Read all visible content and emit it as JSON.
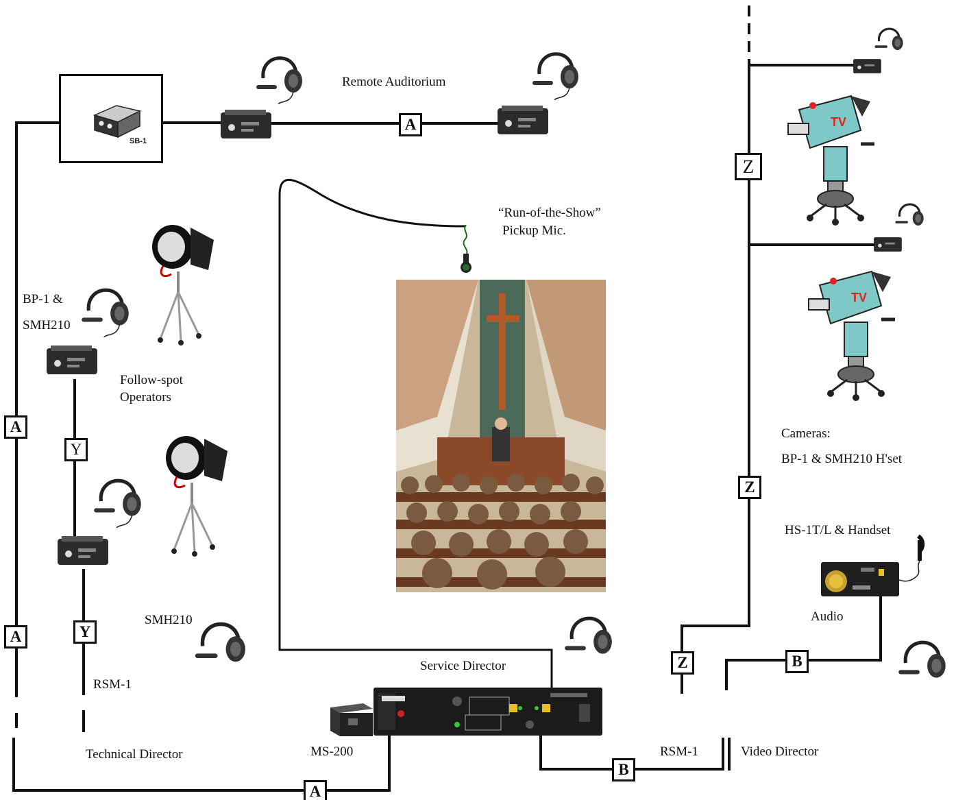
{
  "labels": {
    "remote_auditorium": "Remote Auditorium",
    "run_of_show_1": "“Run-of-the-Show”",
    "run_of_show_2": "Pickup Mic.",
    "bp1_1": "BP-1 &",
    "bp1_2": "SMH210",
    "follow_1": "Follow-spot",
    "follow_2": "Operators",
    "cameras_1": "Cameras:",
    "cameras_2": "BP-1 & SMH210 H'set",
    "hs1tl": "HS-1T/L & Handset",
    "audio": "Audio",
    "smh210": "SMH210",
    "rsm1_left": "RSM-1",
    "service_director": "Service Director",
    "technical_director": "Technical Director",
    "ms200": "MS-200",
    "rsm1_right": "RSM-1",
    "video_director": "Video Director",
    "sb1": "SB-1"
  },
  "channels": {
    "a1": "A",
    "a2": "A",
    "a3": "A",
    "a4": "A",
    "y1": "Y",
    "y2": "Y",
    "z1": "Z",
    "z2": "Z",
    "z3": "Z",
    "b1": "B",
    "b2": "B"
  },
  "icons": {
    "headset": "headset-icon",
    "beltpack": "beltpack-icon",
    "switchbox": "switch-box-icon",
    "spotlight": "follow-spot-icon",
    "camera": "tv-camera-icon",
    "microphone": "microphone-icon",
    "master_station": "master-station-icon",
    "power_supply": "power-supply-icon",
    "handset_station": "handset-station-icon"
  },
  "colors": {
    "wire": "#111111",
    "camera_body": "#7fc8c8",
    "tv_logo": "#e52222",
    "church_wood": "#8a4a2a"
  }
}
